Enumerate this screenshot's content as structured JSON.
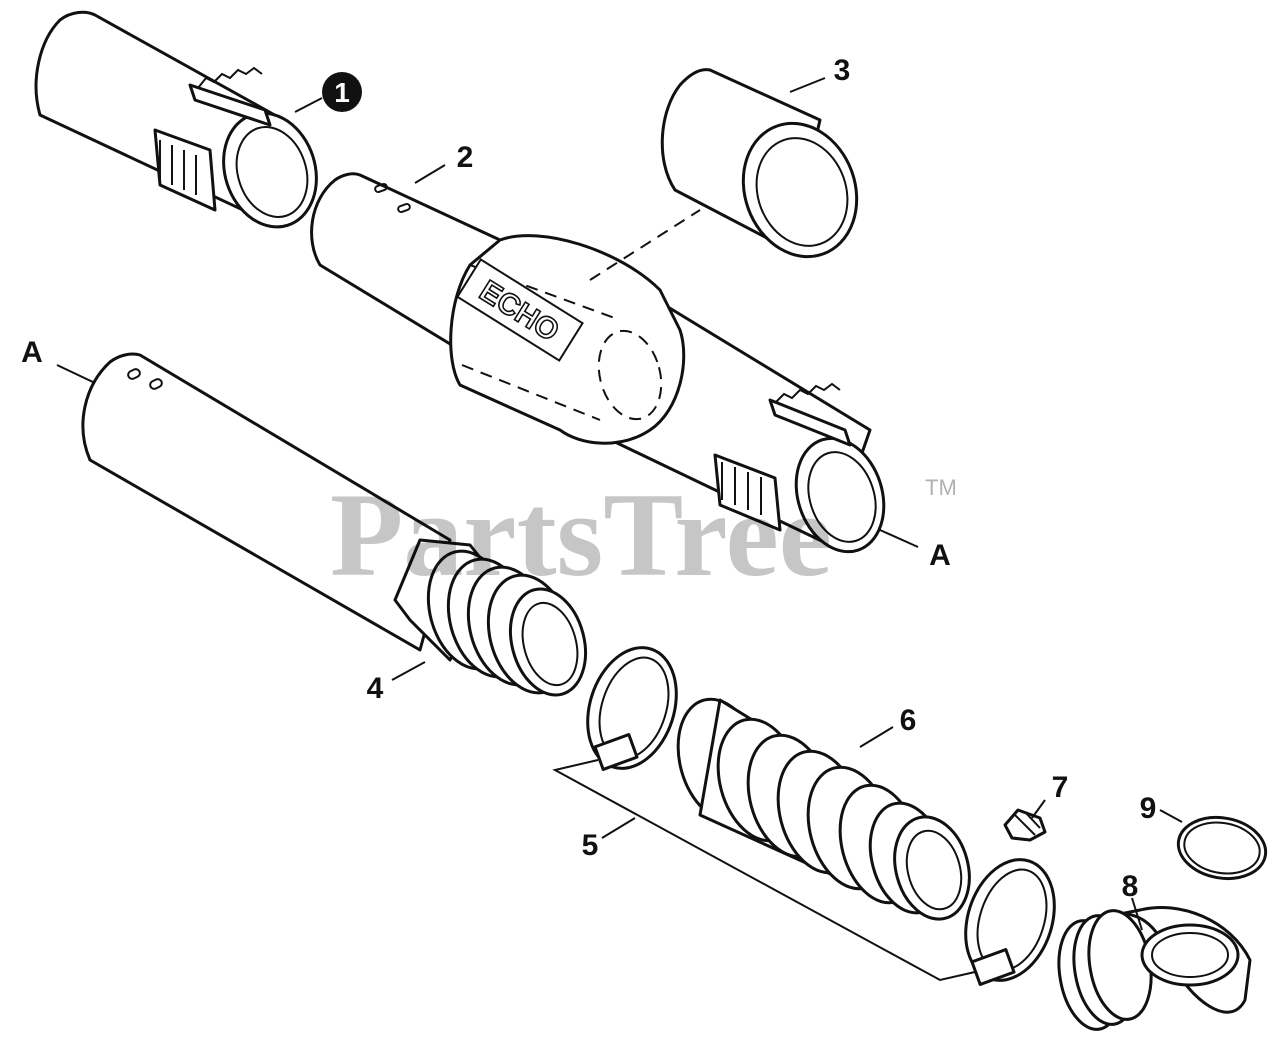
{
  "diagram": {
    "callouts": {
      "c1": "1",
      "c2": "2",
      "c3": "3",
      "c4": "4",
      "c5": "5",
      "c6": "6",
      "c7": "7",
      "c8": "8",
      "c9": "9",
      "a_left": "A",
      "a_right": "A"
    },
    "brand_mark": "ECHO",
    "watermark": "PartsTree",
    "trademark": "TM"
  }
}
